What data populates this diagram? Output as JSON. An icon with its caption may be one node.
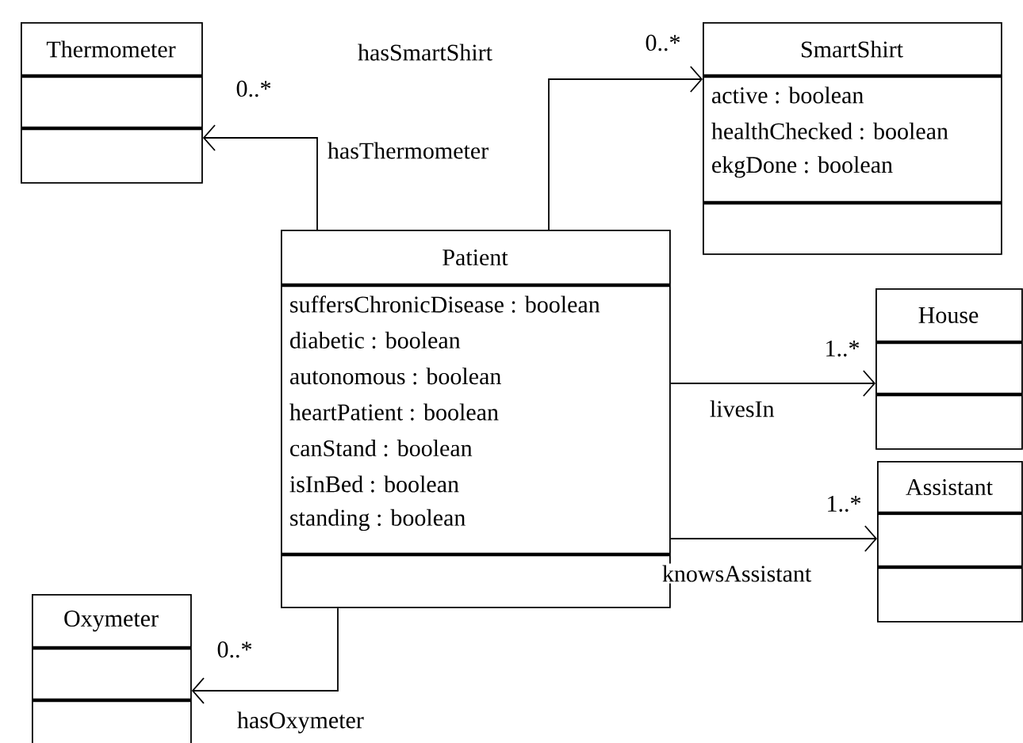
{
  "diagram": {
    "nodes": [
      {
        "text": [
          "Thermometer"
        ]
      },
      {
        "text": [
          "SmartShirt",
          "active : boolean",
          "healthChecked : boolean",
          "ekgDone : boolean"
        ]
      },
      {
        "text": [
          "Patient",
          "suffersChronicDisease : boolean",
          "diabetic : boolean",
          "autonomous : boolean",
          "heartPatient : boolean",
          "canStand : boolean",
          "isInBed : boolean",
          "standing : boolean"
        ]
      },
      {
        "text": [
          "House"
        ]
      },
      {
        "text": [
          "Assistant"
        ]
      },
      {
        "text": [
          "Oxymeter"
        ]
      }
    ],
    "edges": [
      {
        "from": 2,
        "to": 1,
        "arrow": "to",
        "label": "hasSmartShirt"
      },
      {
        "from": 2,
        "to": 0,
        "arrow": "to",
        "label": "hasThermometer"
      },
      {
        "from": 2,
        "to": 3,
        "arrow": "to",
        "label": "livesIn"
      },
      {
        "from": 2,
        "to": 4,
        "arrow": "to",
        "label": "knowsAssistant"
      },
      {
        "from": 2,
        "to": 5,
        "arrow": "to",
        "label": "hasOxymeter"
      }
    ],
    "labels": [
      "0..*",
      "0..*",
      "1..*",
      "1..*",
      "0..*"
    ]
  }
}
